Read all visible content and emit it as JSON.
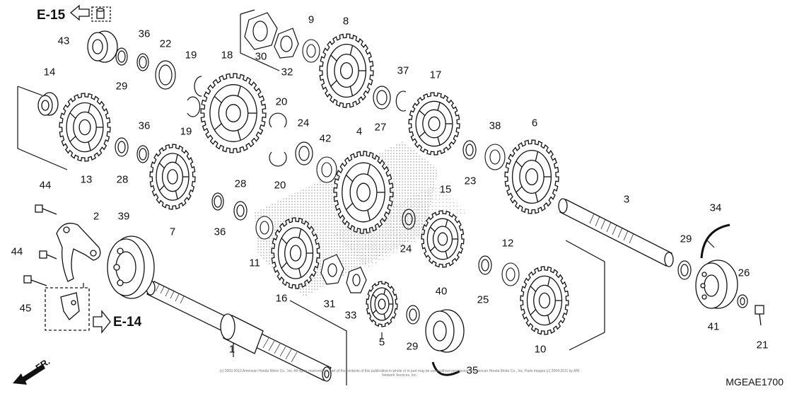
{
  "references": {
    "upper": "E-15",
    "lower": "E-14"
  },
  "direction_label": "FR.",
  "diagram_code": "MGEAE1700",
  "copyright": "(c) 2003-2013 American Honda Motor Co., Inc. All rights reserved. No part of the contents of this publication in whole or in part may be used without permission of American Honda Motor Co., Inc. Parts images (c) 2004-2011 by ARI Network Services, Inc.",
  "callouts": {
    "c1": "1",
    "c2": "2",
    "c3": "3",
    "c4": "4",
    "c5": "5",
    "c6": "6",
    "c7": "7",
    "c8": "8",
    "c9": "9",
    "c10": "10",
    "c11": "11",
    "c12": "12",
    "c13": "13",
    "c14": "14",
    "c15": "15",
    "c16": "16",
    "c17": "17",
    "c18": "18",
    "c19a": "19",
    "c19b": "19",
    "c20a": "20",
    "c20b": "20",
    "c21": "21",
    "c22": "22",
    "c23": "23",
    "c24a": "24",
    "c24b": "24",
    "c25": "25",
    "c26": "26",
    "c27": "27",
    "c28a": "28",
    "c28b": "28",
    "c29a": "29",
    "c29b": "29",
    "c29c": "29",
    "c30": "30",
    "c31": "31",
    "c32": "32",
    "c33": "33",
    "c34": "34",
    "c35": "35",
    "c36a": "36",
    "c36b": "36",
    "c36c": "36",
    "c37": "37",
    "c38": "38",
    "c39": "39",
    "c40": "40",
    "c41": "41",
    "c42": "42",
    "c43": "43",
    "c44a": "44",
    "c44b": "44",
    "c45": "45"
  }
}
